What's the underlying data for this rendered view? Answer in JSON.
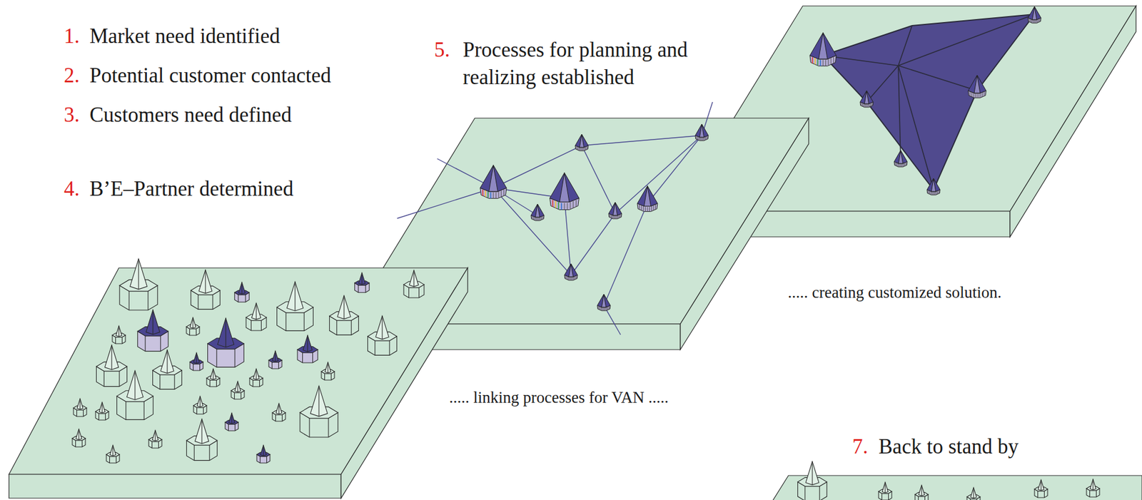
{
  "diagram": {
    "labels": [
      "1.",
      "Market need identified",
      "2.",
      "Potential customer contacted",
      "3.",
      "Customers need defined",
      "4.",
      "B’E–Partner determined",
      "5.",
      "Processes for planning and realizing established",
      "..... creating customized solution.",
      "..... linking processes for VAN .....",
      "7.",
      "Back to stand by"
    ]
  }
}
